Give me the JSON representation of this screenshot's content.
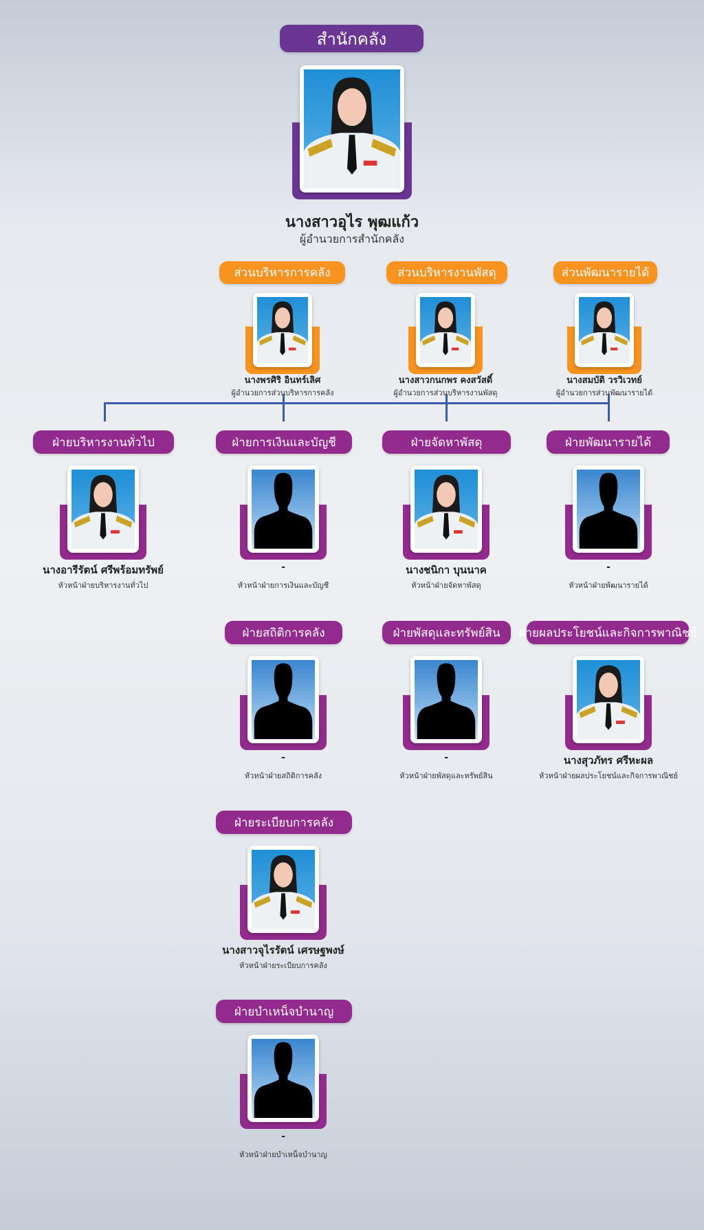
{
  "office_title": "สำนักคลัง",
  "colors": {
    "top": "#6b3594",
    "division": "#f7931e",
    "section": "#922b8d",
    "connector": "#3a5ca8"
  },
  "director": {
    "name": "นางสาวอุไร พุฒแก้ว",
    "role": "ผู้อำนวยการสำนักคลัง",
    "photo": "portrait"
  },
  "divisions": [
    {
      "title": "ส่วนบริหารการคลัง",
      "name": "นางพรศิริ อินทร์เลิศ",
      "role": "ผู้อำนวยการส่วนบริหารการคลัง",
      "photo": "portrait"
    },
    {
      "title": "ส่วนบริหารงานพัสดุ",
      "name": "นางสาวกนกพร คงสวัสดิ์",
      "role": "ผู้อำนวยการส่วนบริหารงานพัสดุ",
      "photo": "portrait"
    },
    {
      "title": "ส่วนพัฒนารายได้",
      "name": "นางสมบัติ วรวิเวทย์",
      "role": "ผู้อำนวยการส่วนพัฒนารายได้",
      "photo": "portrait"
    }
  ],
  "sections": [
    {
      "title": "ฝ่ายบริหารงานทั่วไป",
      "name": "นางอารีรัตน์  ศรีพร้อมทรัพย์",
      "role": "หัวหน้าฝ่ายบริหารงานทั่วไป",
      "photo": "portrait"
    },
    {
      "title": "ฝ่ายการเงินและบัญชี",
      "name": "-",
      "role": "หัวหน้าฝ่ายการเงินและบัญชี",
      "photo": "silhouette"
    },
    {
      "title": "ฝ่ายจัดหาพัสดุ",
      "name": "นางชนิกา บุนนาค",
      "role": "หัวหน้าฝ่ายจัดหาพัสดุ",
      "photo": "portrait"
    },
    {
      "title": "ฝ่ายพัฒนารายได้",
      "name": "-",
      "role": "หัวหน้าฝ่ายพัฒนารายได้",
      "photo": "silhouette"
    },
    {
      "title": "ฝ่ายสถิติการคลัง",
      "name": "-",
      "role": "หัวหน้าฝ่ายสถิติการคลัง",
      "photo": "silhouette"
    },
    {
      "title": "ฝ่ายพัสดุและทรัพย์สิน",
      "name": "-",
      "role": "หัวหน้าฝ่ายพัสดุและทรัพย์สิน",
      "photo": "silhouette"
    },
    {
      "title": "ฝ่ายผลประโยชน์และกิจการพาณิชย์",
      "name": "นางสุวภัทร  ศรีหะผล",
      "role": "หัวหน้าฝ่ายผลประโยชน์และกิจการพาณิชย์",
      "photo": "portrait"
    },
    {
      "title": "ฝ่ายระเบียบการคลัง",
      "name": "นางสาวจุไรรัตน์ เศรษฐพงษ์",
      "role": "หัวหน้าฝ่ายระเบียบการคลัง",
      "photo": "portrait"
    },
    {
      "title": "ฝ่ายบำเหน็จบำนาญ",
      "name": "-",
      "role": "หัวหน้าฝ่ายบำเหน็จบำนาญ",
      "photo": "silhouette"
    }
  ]
}
